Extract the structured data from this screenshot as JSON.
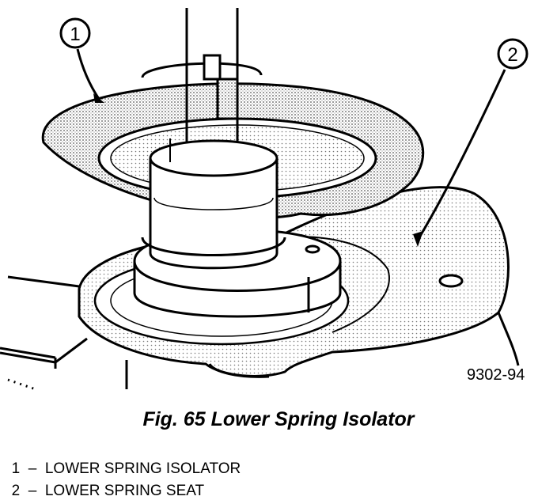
{
  "figure": {
    "id": "9302-94",
    "caption": "Fig. 65 Lower Spring Isolator"
  },
  "callouts": [
    {
      "number": "1"
    },
    {
      "number": "2"
    }
  ],
  "legend": [
    {
      "number": "1",
      "separator": "–",
      "label": "LOWER SPRING ISOLATOR"
    },
    {
      "number": "2",
      "separator": "–",
      "label": "LOWER SPRING SEAT"
    }
  ],
  "colors": {
    "ink": "#000000",
    "stipple": "#9a9a9a",
    "paper": "#ffffff"
  }
}
